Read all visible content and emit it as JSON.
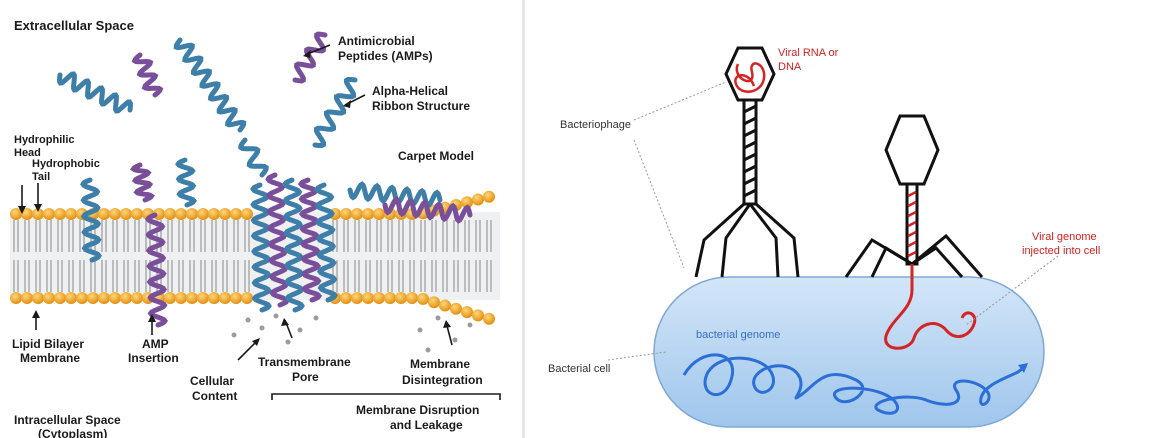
{
  "left": {
    "extracellular": "Extracellular Space",
    "amp_line1": "Antimicrobial",
    "amp_line2": "Peptides (AMPs)",
    "helix_line1": "Alpha-Helical",
    "helix_line2": "Ribbon Structure",
    "hydrophilic_line1": "Hydrophilic",
    "hydrophilic_line2": "Head",
    "hydrophobic_line1": "Hydrophobic",
    "hydrophobic_line2": "Tail",
    "carpet": "Carpet Model",
    "lipid_line1": "Lipid Bilayer",
    "lipid_line2": "Membrane",
    "insertion_line1": "AMP",
    "insertion_line2": "Insertion",
    "cellular_line1": "Cellular",
    "cellular_line2": "Content",
    "pore_line1": "Transmembrane",
    "pore_line2": "Pore",
    "disint_line1": "Membrane",
    "disint_line2": "Disintegration",
    "disruption_line1": "Membrane Disruption",
    "disruption_line2": "and Leakage",
    "intracellular_line1": "Intracellular Space",
    "intracellular_line2": "(Cytoplasm)"
  },
  "right": {
    "viral_line1": "Viral RNA or",
    "viral_line2": "DNA",
    "bacteriophage": "Bacteriophage",
    "injected_line1": "Viral genome",
    "injected_line2": "injected into cell",
    "bacterial_genome": "bacterial genome",
    "bacterial_cell": "Bacterial cell"
  },
  "colors": {
    "lipid_head": "#f0a526",
    "helix_blue": "#3d7fa8",
    "helix_purple": "#7a4f9a",
    "cell_fill": "#a9cdee",
    "genome_blue": "#2c6fd6",
    "viral_red": "#d42424"
  }
}
